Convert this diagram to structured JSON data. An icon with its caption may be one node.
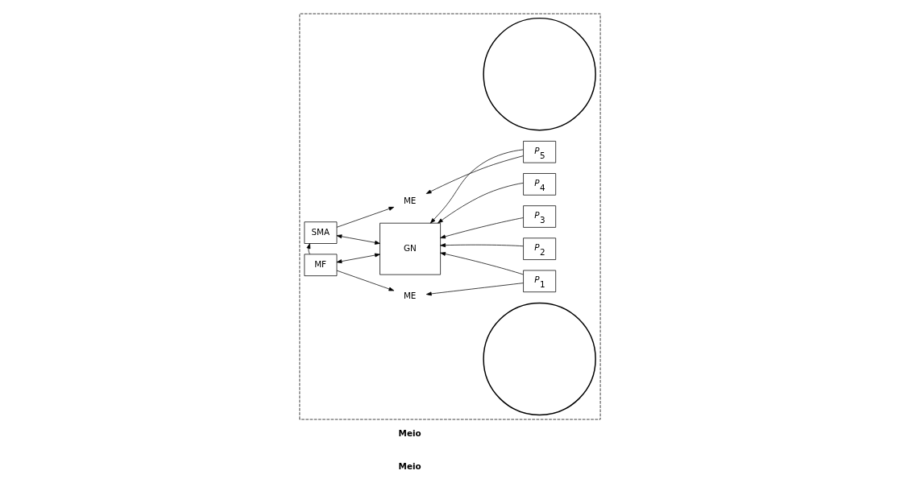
{
  "diagram": {
    "nodes": [
      {
        "text": [],
        "shape": "box"
      },
      {
        "text": [],
        "shape": "circle",
        "in": 0
      },
      {
        "text": [],
        "shape": "circle",
        "in": 0
      },
      {
        "text": [
          "ME"
        ],
        "in": 0
      },
      {
        "text": [
          "MF"
        ],
        "in": 0
      },
      {
        "text": [
          "GN"
        ],
        "in": 0
      },
      {
        "text": [
          "*P*$_{1}$"
        ],
        "in": 0
      },
      {
        "text": [
          "*P*$_{2}$"
        ],
        "in": 0
      },
      {
        "text": [
          "*P*$_{3}$"
        ],
        "in": 0
      },
      {
        "text": [
          "*P*$_{4}$"
        ],
        "in": 0
      },
      {
        "text": [
          "*P*$_{5}$"
        ],
        "in": 0
      },
      {
        "text": [
          "SMA"
        ],
        "in": 0
      },
      {
        "text": [
          "ME"
        ],
        "in": 0
      }
    ],
    "edges": [
      {
        "from": 4,
        "to": 3,
        "arrow": "to"
      },
      {
        "from": 6,
        "to": 3,
        "arrow": "to"
      },
      {
        "from": 4,
        "to": 5,
        "arrow": "both"
      },
      {
        "from": 4,
        "to": 11,
        "arrow": "to"
      },
      {
        "from": 11,
        "to": 5,
        "arrow": "both"
      },
      {
        "from": 11,
        "to": 12,
        "arrow": "to"
      },
      {
        "from": 10,
        "to": 12,
        "arrow": "to"
      },
      {
        "from": 6,
        "to": 5,
        "arrow": "to"
      },
      {
        "from": 7,
        "to": 5,
        "arrow": "to"
      },
      {
        "from": 8,
        "to": 5,
        "arrow": "to"
      },
      {
        "from": 9,
        "to": 5,
        "arrow": "to"
      },
      {
        "from": 10,
        "to": 5,
        "arrow": "to"
      }
    ],
    "labels": [
      "Meio",
      "Meio"
    ]
  }
}
